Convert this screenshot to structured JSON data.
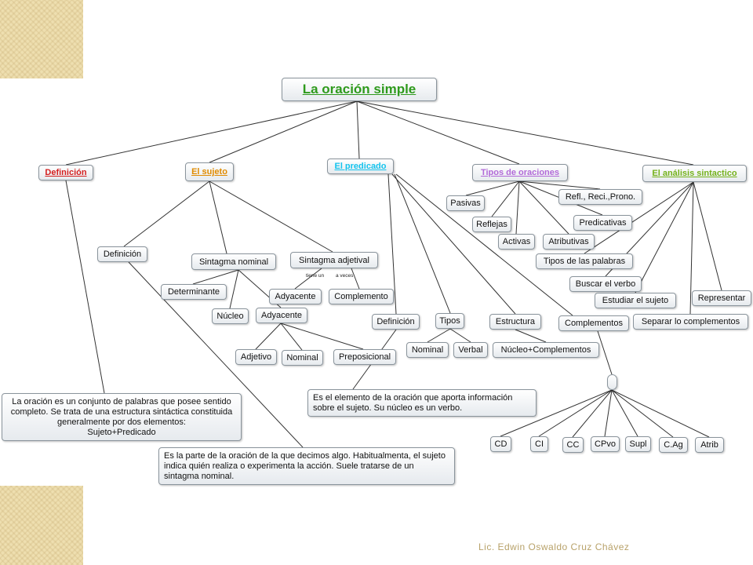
{
  "title": "La oración simple",
  "colors": {
    "root": "#2e9a1c",
    "definicion": "#d42020",
    "sujeto": "#e08a00",
    "predicado": "#14c4ee",
    "tipos": "#b26ad8",
    "analisis": "#74b11a"
  },
  "main_branches": {
    "definicion": "Definición",
    "sujeto": "El sujeto",
    "predicado": "El predicado",
    "tipos": "Tipos de oraciones",
    "analisis": "El análisis sintactico"
  },
  "definicion_text": {
    "line1": "La oración es un conjunto de palabras que posee sentido completo. Se trata de una estructura sintáctica constituida generalmente por dos elementos:",
    "line2": "Sujeto+Predicado"
  },
  "sujeto": {
    "definicion": "Definición",
    "definicion_text": "Es la parte de la oración de la que decimos algo. Habitualmenta, el sujeto indica quién realiza o experimenta la acción. Suele tratarse de un sintagma nominal.",
    "sintagma_nominal": "Sintagma nominal",
    "sintagma_adjetival": "Sintagma adjetival",
    "tiene_un": "tiene un",
    "a_veces": "a veces",
    "adyacente_sa": "Adyacente",
    "complemento_sa": "Complemento",
    "determinante": "Determinante",
    "nucleo": "Núcleo",
    "adyacente_sn": "Adyacente",
    "adjetivo": "Adjetivo",
    "nominal": "Nominal",
    "preposicional": "Preposicional"
  },
  "predicado": {
    "definicion": "Definición",
    "definicion_text": "Es el elemento de la oración que aporta información sobre el sujeto. Su núcleo es un verbo.",
    "tipos": "Tipos",
    "nominal": "Nominal",
    "verbal": "Verbal",
    "estructura": "Estructura",
    "nucleo_complementos": "Núcleo+Complementos",
    "complementos": "Complementos",
    "complement_types": [
      "CD",
      "CI",
      "CC",
      "CPvo",
      "Supl",
      "C.Ag",
      "Atrib"
    ]
  },
  "tipos_oraciones": [
    "Pasivas",
    "Reflejas",
    "Activas",
    "Atributivas",
    "Predicativas",
    "Refl., Reci.,Prono."
  ],
  "analisis": [
    "Tipos de las palabras",
    "Buscar el verbo",
    "Estudiar el sujeto",
    "Separar lo complementos",
    "Representar"
  ],
  "footer": "Lic. Edwin Oswaldo Cruz Chávez"
}
